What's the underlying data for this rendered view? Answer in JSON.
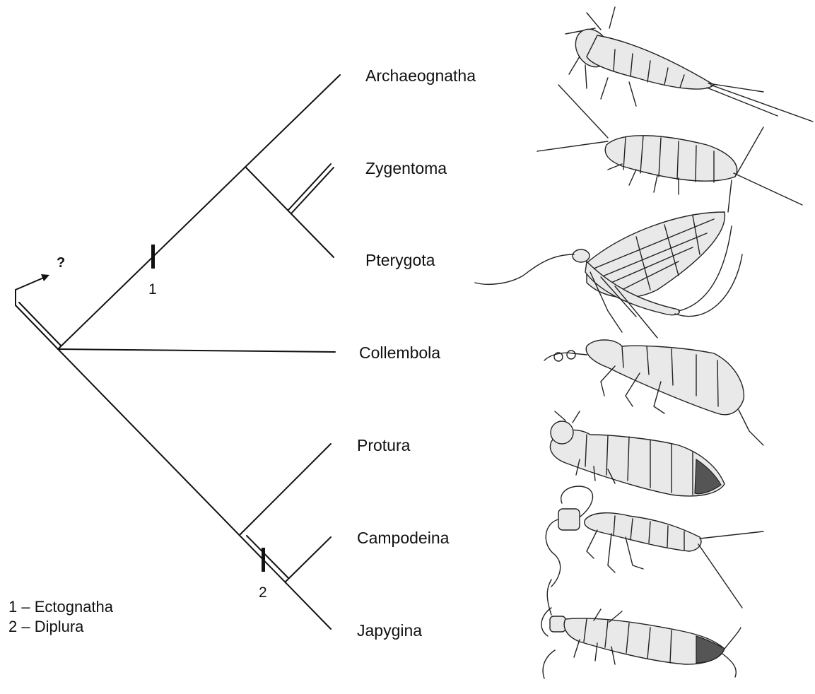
{
  "root_marker": "?",
  "taxa": [
    {
      "id": "archaeognatha",
      "label": "Archaeognatha"
    },
    {
      "id": "zygentoma",
      "label": "Zygentoma"
    },
    {
      "id": "pterygota",
      "label": "Pterygota"
    },
    {
      "id": "collembola",
      "label": "Collembola"
    },
    {
      "id": "protura",
      "label": "Protura"
    },
    {
      "id": "campodeina",
      "label": "Campodeina"
    },
    {
      "id": "japygina",
      "label": "Japygina"
    }
  ],
  "markers": [
    {
      "id": "1",
      "label": "1"
    },
    {
      "id": "2",
      "label": "2"
    }
  ],
  "legend": [
    {
      "label": "1 – Ectognatha"
    },
    {
      "label": "2 – Diplura"
    }
  ],
  "illustration_icons": [
    "bristletail-icon",
    "silverfish-icon",
    "mayfly-icon",
    "springtail-icon",
    "proturan-icon",
    "campodeid-icon",
    "japygid-icon"
  ]
}
